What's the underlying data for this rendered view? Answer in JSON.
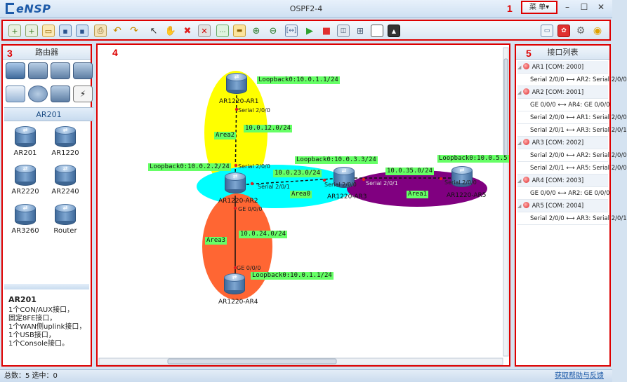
{
  "window": {
    "logo": "eNSP",
    "title": "OSPF2-4",
    "menu_label": "菜 单▾",
    "minimize": "–",
    "maximize": "☐",
    "close": "✕"
  },
  "region_numbers": [
    "1",
    "2",
    "3",
    "4",
    "5"
  ],
  "left_panel": {
    "title": "路由器",
    "category_title": "AR201",
    "devices": [
      "AR201",
      "AR1220",
      "AR2220",
      "AR2240",
      "AR3260",
      "Router"
    ],
    "description_title": "AR201",
    "description_lines": [
      "1个CON/AUX接口，",
      "固定8FE接口，",
      "1个WAN侧uplink接口，",
      "1个USB接口，",
      "1个Console接口。"
    ]
  },
  "topology": {
    "areas": [
      {
        "label": "Area2",
        "color": "#ffff00"
      },
      {
        "label": "Area0",
        "color": "#00ffff"
      },
      {
        "label": "Area1",
        "color": "#800080"
      },
      {
        "label": "Area3",
        "color": "#ff6633"
      }
    ],
    "routers": [
      {
        "name": "AR1220-AR1"
      },
      {
        "name": "AR1220-AR2"
      },
      {
        "name": "AR1220-AR3"
      },
      {
        "name": "AR1220-AR4"
      },
      {
        "name": "AR1220-AR5"
      }
    ],
    "labels": {
      "lb_ar1": "Loopback0:10.0.1.1/24",
      "lb_ar2": "Loopback0:10.0.2.2/24",
      "lb_ar3": "Loopback0:10.0.3.3/24",
      "lb_ar5": "Loopback0:10.0.5.5",
      "lb_ar4": "Loopback0:10.0.1.1/24",
      "net12": "10.0.12.0/24",
      "net23": "10.0.23.0/24",
      "net35": "10.0.35.0/24",
      "net24": "10.0.24.0/24"
    },
    "ports": {
      "ar1_s200": "Serial 2/0/0",
      "ar2_s200": "Serial 2/0/0",
      "ar2_s201": "Serial 2/0/1",
      "ar2_ge000": "GE 0/0/0",
      "ar3_s200": "Serial 2/0/0",
      "ar3_s201": "Serial 2/0/1",
      "ar5_s200": "Serial 2/0/0",
      "ar4_ge000": "GE 0/0/0"
    }
  },
  "right_panel": {
    "title": "接口列表",
    "rows": [
      {
        "type": "dev",
        "text": "AR1 [COM: 2000]"
      },
      {
        "type": "link",
        "text": "Serial 2/0/0  ⟷  AR2: Serial 2/0/0"
      },
      {
        "type": "dev",
        "text": "AR2 [COM: 2001]"
      },
      {
        "type": "link",
        "text": "GE 0/0/0  ⟷  AR4: GE 0/0/0"
      },
      {
        "type": "link",
        "text": "Serial 2/0/0  ⟷  AR1: Serial 2/0/0"
      },
      {
        "type": "link",
        "text": "Serial 2/0/1  ⟷  AR3: Serial 2/0/1"
      },
      {
        "type": "dev",
        "text": "AR3 [COM: 2002]"
      },
      {
        "type": "link",
        "text": "Serial 2/0/0  ⟷  AR2: Serial 2/0/0"
      },
      {
        "type": "link",
        "text": "Serial 2/0/1  ⟷  AR5: Serial 2/0/0"
      },
      {
        "type": "dev",
        "text": "AR4 [COM: 2003]"
      },
      {
        "type": "link",
        "text": "GE 0/0/0  ⟷  AR2: GE 0/0/0"
      },
      {
        "type": "dev",
        "text": "AR5 [COM: 2004]"
      },
      {
        "type": "link",
        "text": "Serial 2/0/0  ⟷  AR3: Serial 2/0/1"
      }
    ]
  },
  "status": {
    "left": "总数：5  选中：0",
    "right": "获取帮助与反馈"
  }
}
